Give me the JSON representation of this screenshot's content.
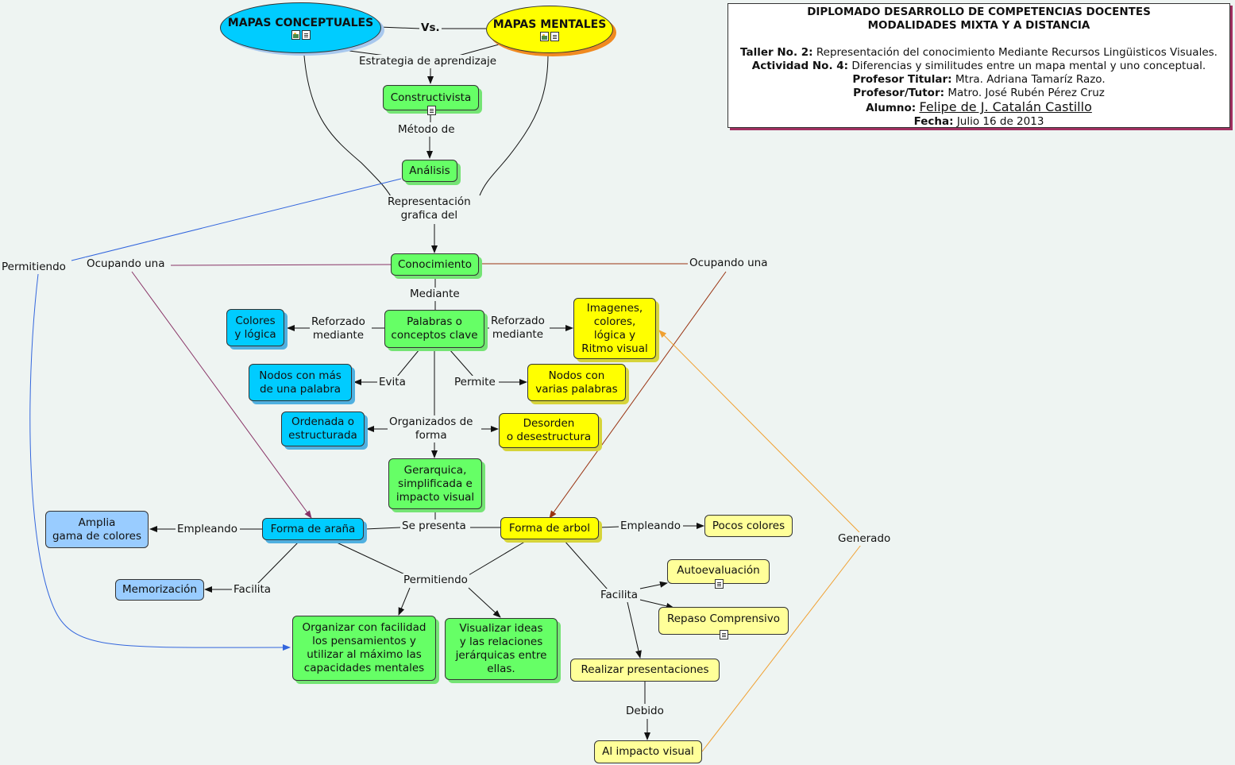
{
  "info": {
    "title1": "DIPLOMADO DESARROLLO DE COMPETENCIAS DOCENTES",
    "title2": "MODALIDADES MIXTA Y A DISTANCIA",
    "taller_label": "Taller No. 2:",
    "taller_value": "Representación del conocimiento Mediante Recursos Lingüisticos Visuales.",
    "actividad_label": "Actividad No. 4:",
    "actividad_value": "Diferencias y similitudes entre un mapa mental y uno conceptual.",
    "profesor_label": "Profesor Titular:",
    "profesor_value": "Mtra. Adriana Tamaríz Razo.",
    "tutor_label": "Profesor/Tutor:",
    "tutor_value": "Matro. José Rubén Pérez Cruz",
    "alumno_label": "Alumno:",
    "alumno_value": "Felipe de J. Catalán Castillo",
    "fecha_label": "Fecha:",
    "fecha_value": "Julio 16 de 2013"
  },
  "nodes": {
    "mapas_conceptuales": "MAPAS CONCEPTUALES",
    "mapas_mentales": "MAPAS MENTALES",
    "constructivista": "Constructivista",
    "analisis": "Análisis",
    "conocimiento": "Conocimiento",
    "palabras": "Palabras o\nconceptos clave",
    "colores_logica": "Colores\ny lógica",
    "imagenes": "Imagenes,\ncolores,\nlógica y\nRitmo visual",
    "nodos_mas": "Nodos con más\nde una palabra",
    "nodos_varias": "Nodos con\nvarias palabras",
    "ordenada": "Ordenada o\nestructurada",
    "desorden": "Desorden\no desestructura",
    "gerarquica": "Gerarquica,\nsimplificada e\nimpacto visual",
    "forma_arana": "Forma de araña",
    "forma_arbol": "Forma de arbol",
    "amplia": "Amplia\ngama de colores",
    "pocos_colores": "Pocos colores",
    "memorizacion": "Memorización",
    "autoevaluacion": "Autoevaluación",
    "repaso": "Repaso Comprensivo",
    "organizar": "Organizar con facilidad\nlos pensamientos y\nutilizar al máximo las\ncapacidades mentales",
    "visualizar": "Visualizar ideas\ny las relaciones\njerárquicas entre\nellas.",
    "realizar": "Realizar presentaciones",
    "impacto": "Al impacto visual"
  },
  "labels": {
    "vs": "Vs.",
    "estrategia": "Estrategia de aprendizaje",
    "metodo": "Método de",
    "representacion": "Representación\ngrafica del",
    "permitiendo_left": "Permitiendo",
    "ocupando_left": "Ocupando una",
    "ocupando_right": "Ocupando una",
    "mediante": "Mediante",
    "reforzado_left": "Reforzado\nmediante",
    "reforzado_right": "Reforzado\nmediante",
    "evita": "Evita",
    "permite": "Permite",
    "organizados": "Organizados de\nforma",
    "se_presenta": "Se presenta",
    "empleando_left": "Empleando",
    "empleando_right": "Empleando",
    "facilita_left": "Facilita",
    "permitiendo_mid": "Permitiendo",
    "facilita_right": "Facilita",
    "debido": "Debido",
    "generado": "Generado"
  },
  "colors": {
    "green": "#66ff66",
    "blue": "#00ccff",
    "light_blue": "#99ccff",
    "yellow": "#ffff00",
    "light_yellow": "#ffff99",
    "background": "#eef4f2"
  },
  "icons": [
    "image-icon",
    "document-icon"
  ]
}
